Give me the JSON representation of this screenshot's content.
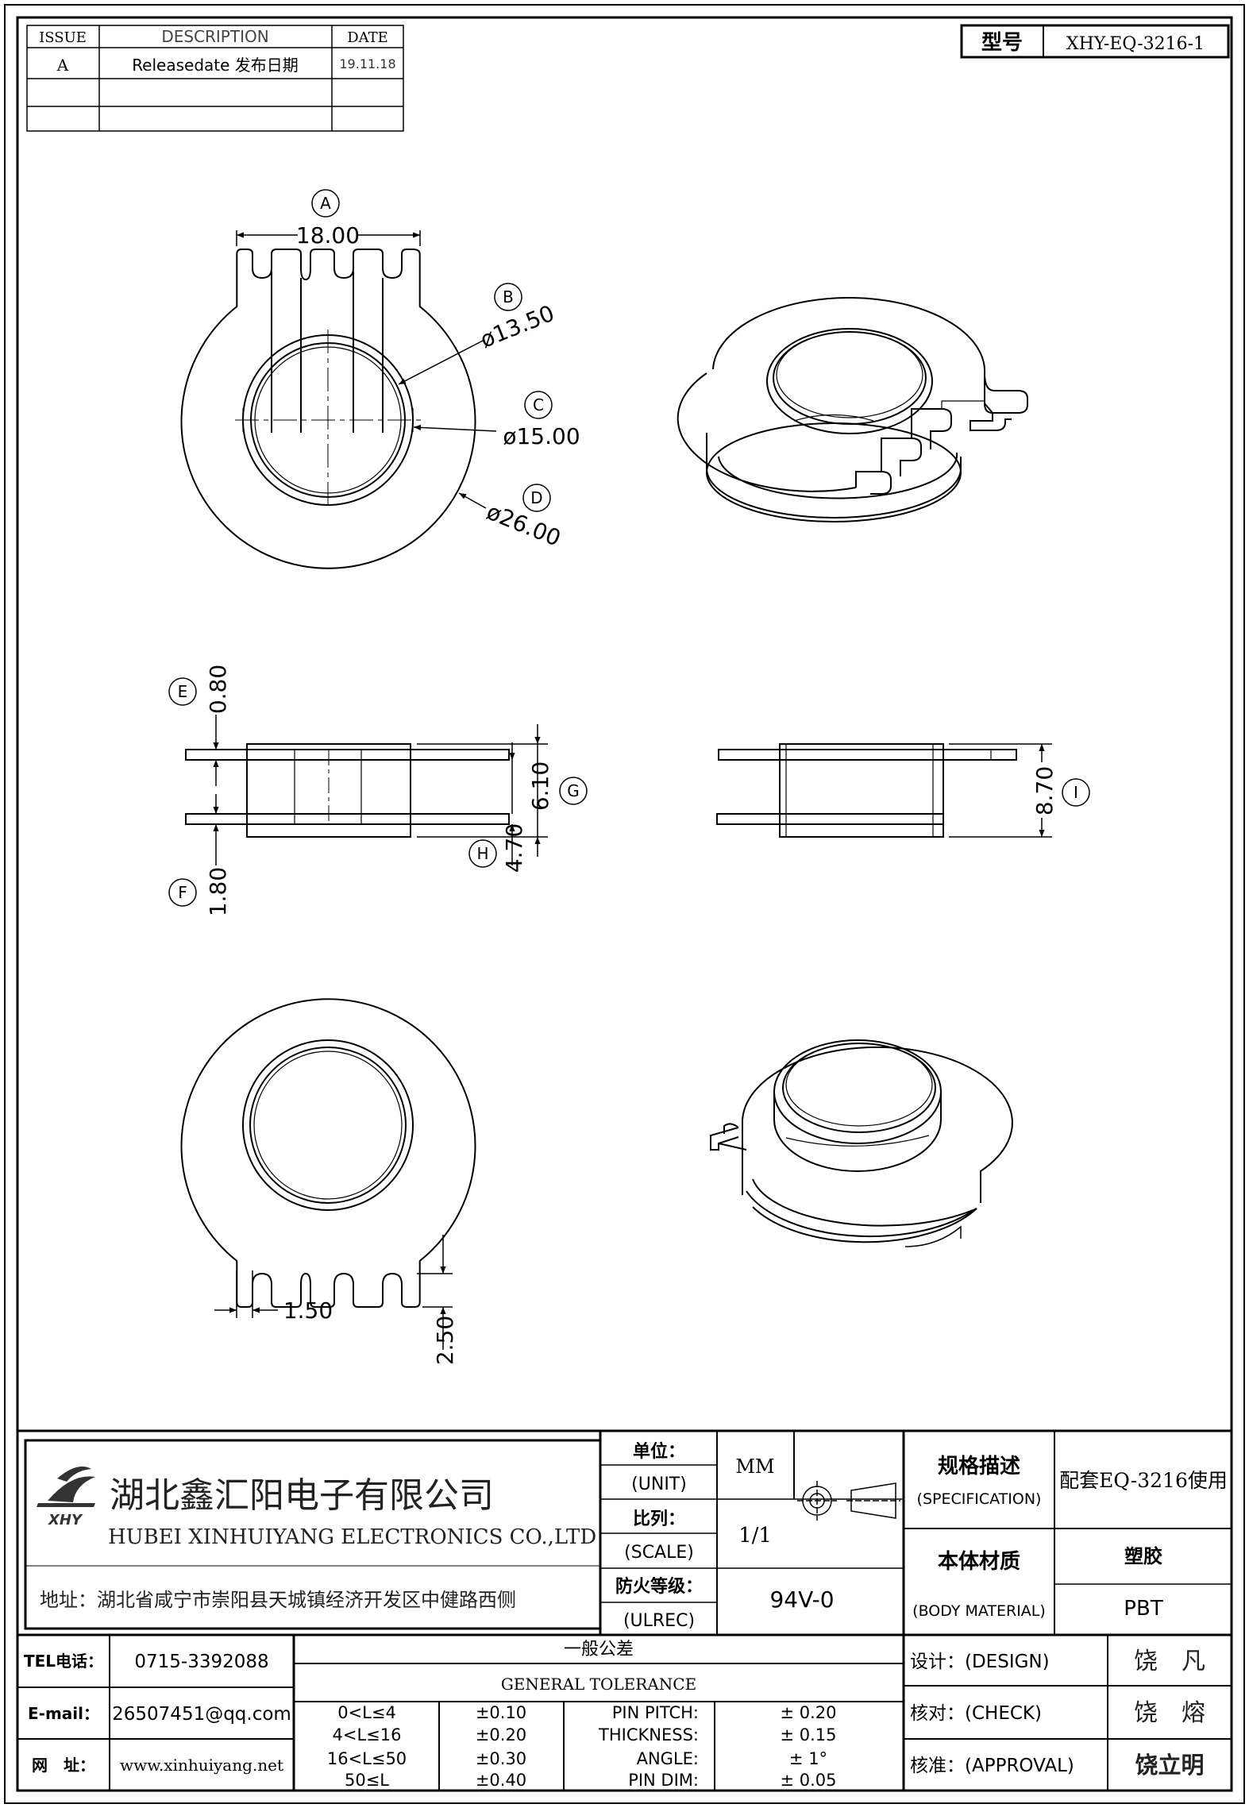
{
  "revision_table": {
    "headers": [
      "ISSUE",
      "DESCRIPTION",
      "DATE"
    ],
    "rows": [
      {
        "issue": "A",
        "description": "Releasedate 发布日期",
        "date": "19.11.18"
      }
    ]
  },
  "model": {
    "label": "型号",
    "value": "XHY-EQ-3216-1"
  },
  "dimensions": {
    "A": {
      "label": "A",
      "value": "18.00"
    },
    "B": {
      "label": "B",
      "value": "ø13.50"
    },
    "C": {
      "label": "C",
      "value": "ø15.00"
    },
    "D": {
      "label": "D",
      "value": "ø26.00"
    },
    "E": {
      "label": "E",
      "value": "0.80"
    },
    "F": {
      "label": "F",
      "value": "1.80"
    },
    "G": {
      "label": "G",
      "value": "6.10"
    },
    "H": {
      "label": "H",
      "value": "4.70"
    },
    "I": {
      "label": "I",
      "value": "8.70"
    },
    "pin_width": {
      "value": "1.50"
    },
    "pin_length": {
      "value": "2.50"
    }
  },
  "company": {
    "name_cn": "湖北鑫汇阳电子有限公司",
    "name_en": "HUBEI XINHUIYANG ELECTRONICS CO.,LTD",
    "logo_text": "XHY",
    "address": "地址：湖北省咸宁市崇阳县天城镇经济开发区中健路西侧",
    "tel_label": "TEL电话：",
    "tel": "0715-3392088",
    "email_label": "E-mail：",
    "email": "26507451@qq.com",
    "web_label": "网　址：",
    "web": "www.xinhuiyang.net"
  },
  "title_block": {
    "unit_label_cn": "单位：",
    "unit_label_en": "(UNIT)",
    "unit_value": "MM",
    "scale_label_cn": "比列：",
    "scale_label_en": "(SCALE)",
    "scale_value": "1/1",
    "fire_label_cn": "防火等级：",
    "fire_label_en": "(ULREC)",
    "fire_value": "94V-0",
    "spec_label_cn": "规格描述",
    "spec_label_en": "(SPECIFICATION)",
    "spec_value": "配套EQ-3216使用",
    "material_label_cn": "本体材质",
    "material_label_en": "(BODY MATERIAL)",
    "material_cn": "塑胶",
    "material_value": "PBT",
    "design_label": "设计：(DESIGN)",
    "design_name": "饶　凡",
    "check_label": "核对：(CHECK)",
    "check_name": "饶　熔",
    "approval_label": "核准：(APPROVAL)",
    "approval_name": "饶立明"
  },
  "tolerance": {
    "title_cn": "一般公差",
    "title_en": "GENERAL TOLERANCE",
    "ranges": [
      {
        "range": "0<L≤4",
        "tol": "±0.10"
      },
      {
        "range": "4<L≤16",
        "tol": "±0.20"
      },
      {
        "range": "16<L≤50",
        "tol": "±0.30"
      },
      {
        "range": "50≤L",
        "tol": "±0.40"
      }
    ],
    "extras": [
      {
        "name": "PIN PITCH:",
        "tol": "±  0.20"
      },
      {
        "name": "THICKNESS:",
        "tol": "±  0.15"
      },
      {
        "name": "ANGLE:",
        "tol": "±  1°"
      },
      {
        "name": "PIN DIM:",
        "tol": "±  0.05"
      }
    ]
  }
}
